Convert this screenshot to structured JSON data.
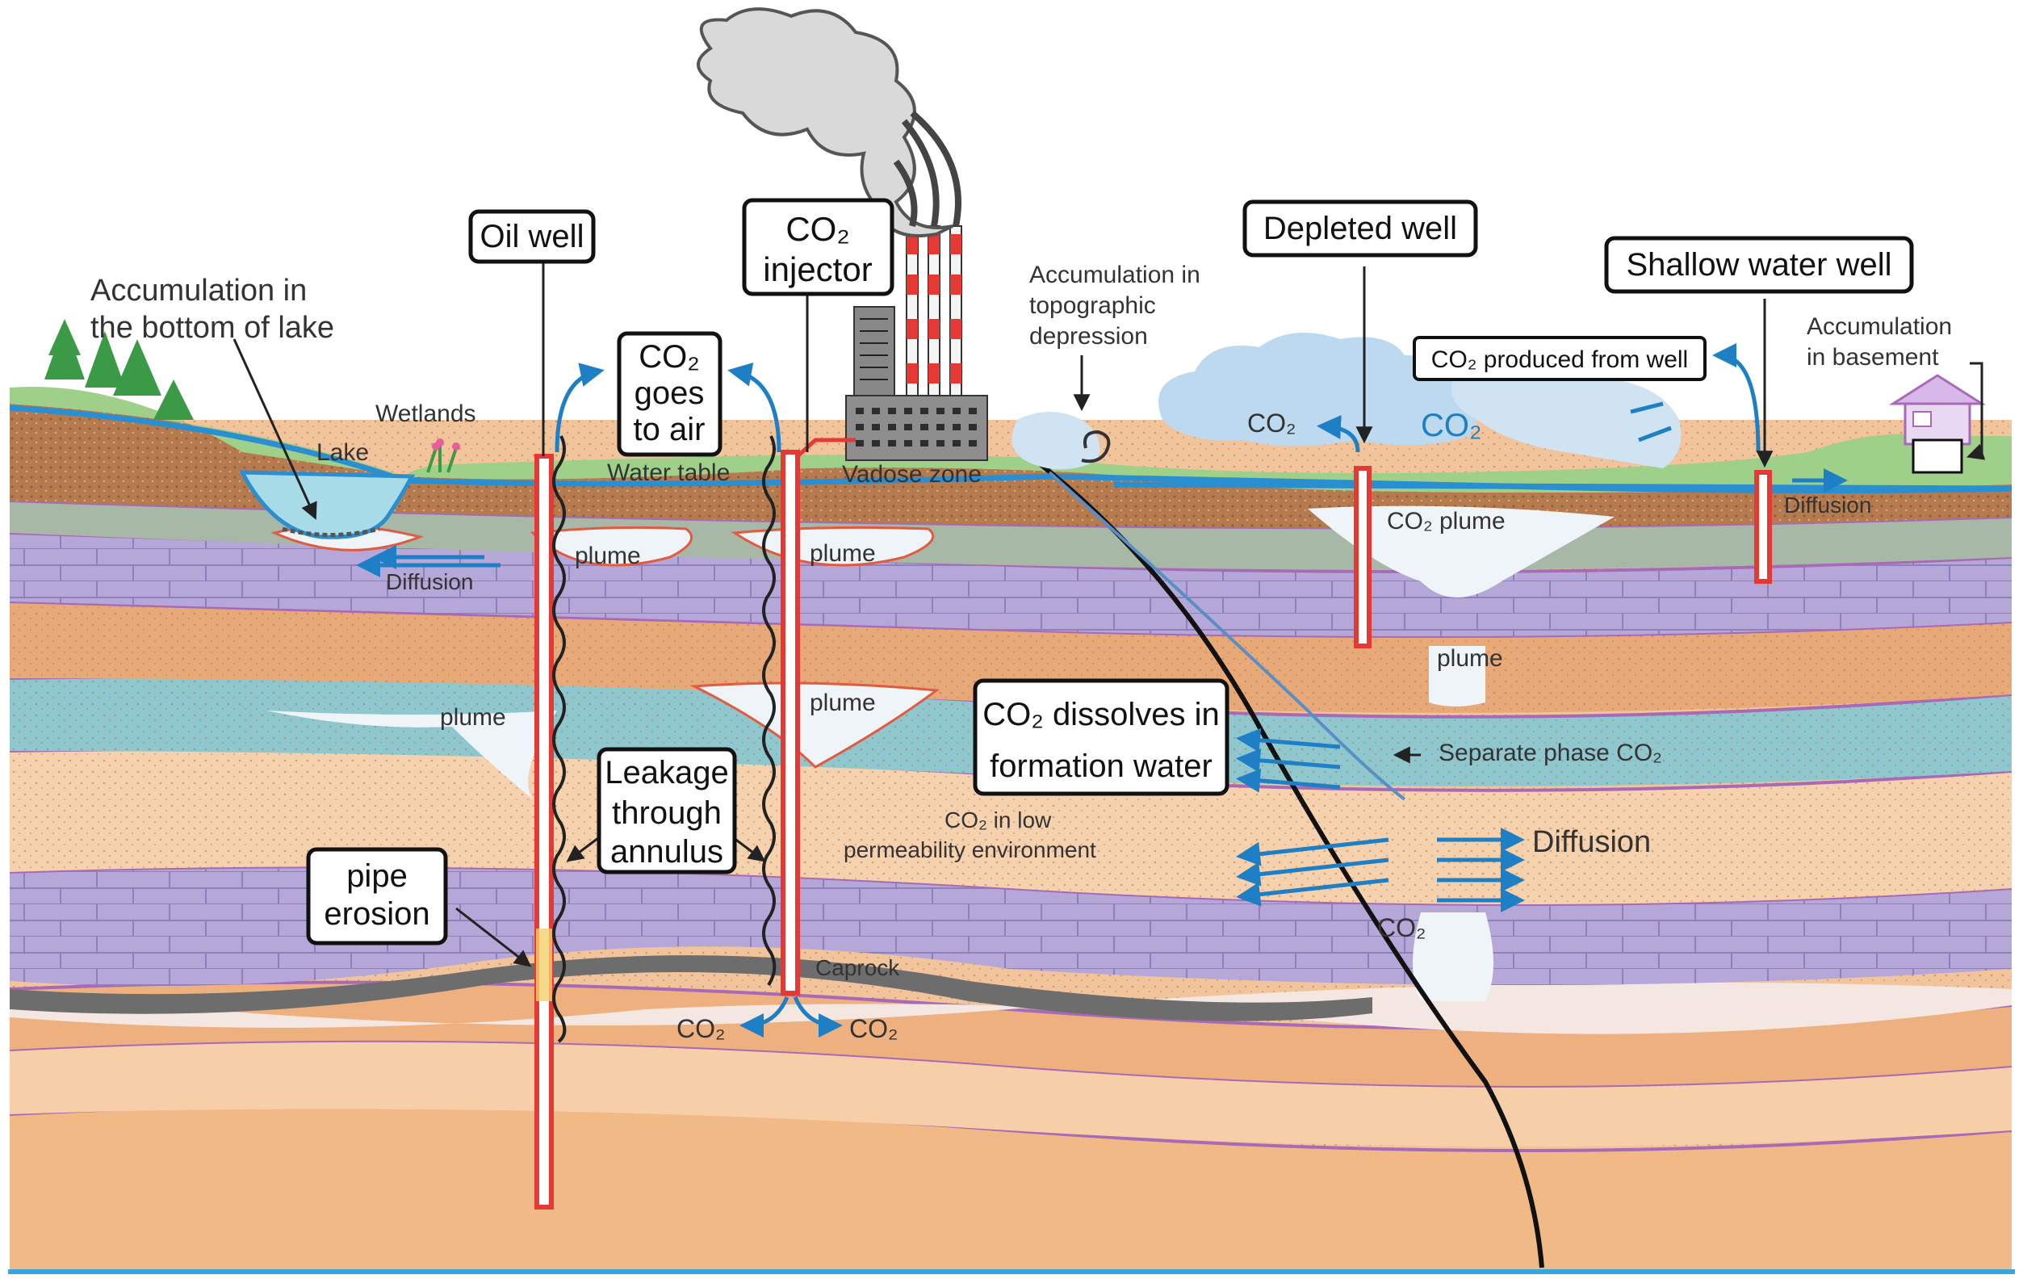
{
  "labels": {
    "oil_well": "Oil well",
    "co2_injector_line1": "CO₂",
    "co2_injector_line2": "injector",
    "depleted_well": "Depleted well",
    "shallow_water_well": "Shallow water well",
    "accum_lake_line1": "Accumulation in",
    "accum_lake_line2": "the bottom of lake",
    "wetlands": "Wetlands",
    "lake": "Lake",
    "co2_air_line1": "CO₂",
    "co2_air_line2": "goes",
    "co2_air_line3": "to air",
    "water_table": "Water table",
    "vadose_zone": "Vadose zone",
    "accum_topo_line1": "Accumulation in",
    "accum_topo_line2": "topographic",
    "accum_topo_line3": "depression",
    "co2_produced": "CO₂ produced from well",
    "accum_base_line1": "Accumulation",
    "accum_base_line2": "in basement",
    "co2_left": "CO₂",
    "co2_big": "CO₂",
    "co2_plume": "CO₂ plume",
    "diffusion_right": "Diffusion",
    "plume_1": "plume",
    "plume_2": "plume",
    "plume_3": "plume",
    "plume_4": "plume",
    "plume_5": "plume",
    "diffusion_left": "Diffusion",
    "dissolves_line1": "CO₂ dissolves in",
    "dissolves_line2": "formation water",
    "separate_phase": "Separate phase CO₂",
    "low_perm_line1": "CO₂ in low",
    "low_perm_line2": "permeability environment",
    "diffusion_big": "Diffusion",
    "leakage_line1": "Leakage",
    "leakage_line2": "through",
    "leakage_line3": "annulus",
    "pipe_line1": "pipe",
    "pipe_line2": "erosion",
    "co2_fault": "CO₂",
    "caprock": "Caprock",
    "co2_bottom_left": "CO₂",
    "co2_bottom_right": "CO₂"
  },
  "colors": {
    "surface_green": "#9fd08a",
    "soil_brown": "#b57a4e",
    "water_blue": "#2a8fd0",
    "well_red": "#e53935",
    "sandstone": "#f3c9a1",
    "shale_purple": "#b5a8d8",
    "aquifer_teal": "#8fc7cf",
    "caprock_gray": "#6d6d6d",
    "plume_white": "#eef4f8",
    "frame_blue": "#36a6dc"
  }
}
